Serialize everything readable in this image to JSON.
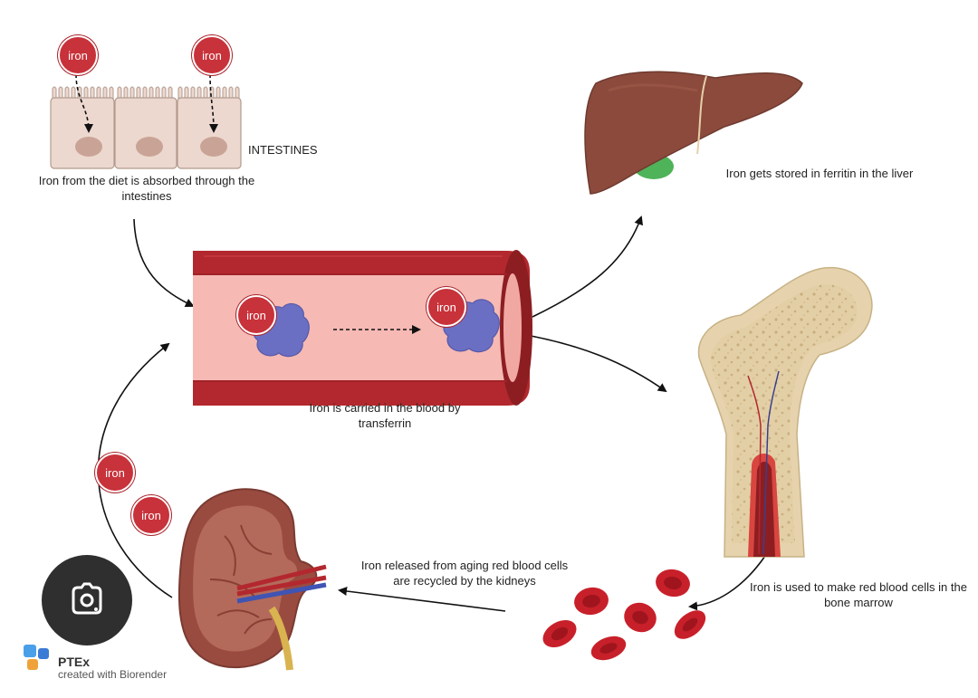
{
  "diagram": {
    "iron_label": "iron",
    "intestines_label": "INTESTINES",
    "step_intestines": "Iron from the diet is absorbed through the intestines",
    "step_blood": "Iron is carried in the blood by transferrin",
    "step_liver": "Iron gets stored in ferritin in the liver",
    "step_marrow": "Iron is used to make red blood cells in the bone marrow",
    "step_kidneys": "Iron released from aging red blood cells are recycled by the kidneys"
  },
  "branding": {
    "title": "PTEx",
    "subtitle": "created with Biorender"
  },
  "overlay": {
    "lens_icon": "google-lens-icon"
  },
  "colors": {
    "iron": "#c8323a",
    "vessel_wall": "#b3282e",
    "vessel_lumen": "#f6b9b4",
    "transferrin": "#6b6fc4",
    "liver": "#8b4a3c",
    "gallbladder": "#4fb35a",
    "bone": "#e6d3ad",
    "rbc": "#c8202a",
    "intestine_cell": "#ecd8cf",
    "nucleus": "#c9a496"
  }
}
